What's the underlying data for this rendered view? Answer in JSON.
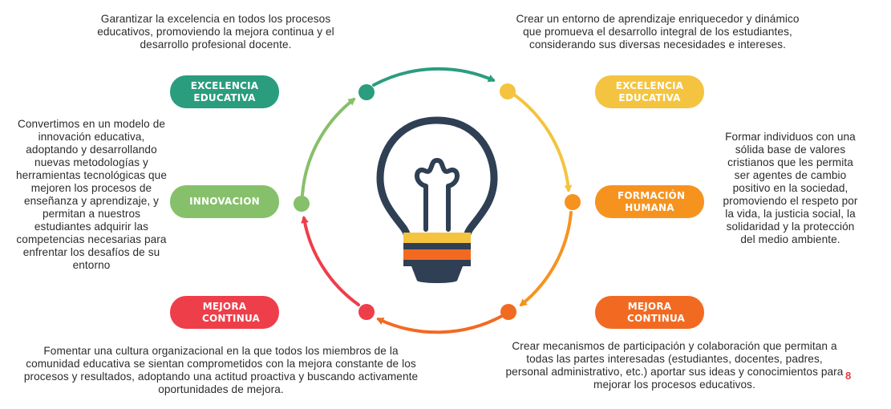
{
  "colors": {
    "teal": "#2a9d7e",
    "yellow": "#f4c440",
    "green": "#86c06a",
    "orange": "#f6931f",
    "red": "#ee3e4a",
    "dark_orange": "#f26a22",
    "bulb_navy": "#2f3f54",
    "page_num": "#e73a3a"
  },
  "top_left": {
    "text": "Garantizar la excelencia en todos los procesos educativos, promoviendo la mejora continua y el desarrollo profesional docente.",
    "pill": "EXCELENCIA EDUCATIVA"
  },
  "top_right": {
    "text": "Crear un entorno de aprendizaje enriquecedor y dinámico que promueva el desarrollo integral de los estudiantes, considerando sus diversas necesidades e intereses.",
    "pill": "EXCELENCIA EDUCATIVA"
  },
  "mid_left": {
    "text": "Convertimos en un modelo de innovación educativa, adoptando y desarrollando nuevas metodologías y herramientas tecnológicas que mejoren los procesos de enseñanza y aprendizaje, y permitan a nuestros estudiantes adquirir las competencias necesarias para enfrentar los desafíos de su entorno",
    "pill": "INNOVACION"
  },
  "mid_right": {
    "text": "Formar individuos con una sólida base de valores cristianos que les permita ser agentes de cambio positivo en la sociedad, promoviendo el respeto por la vida, la justicia social, la solidaridad y la protección del medio ambiente.",
    "pill": "FORMACIÓN HUMANA"
  },
  "bottom_left": {
    "text": "Fomentar una cultura organizacional en la que todos los miembros de la comunidad educativa se sientan comprometidos con la mejora constante de los procesos y resultados, adoptando una actitud proactiva y buscando activamente oportunidades de mejora.",
    "pill": "MEJORA CONTINUA"
  },
  "bottom_right": {
    "text": "Crear mecanismos de participación y colaboración que permitan a todas las partes interesadas (estudiantes, docentes, padres, personal administrativo, etc.) aportar sus ideas y conocimientos para mejorar los procesos educativos.",
    "pill": "MEJORA CONTINUA"
  },
  "page_number": "8",
  "icons": {
    "center": "lightbulb-icon"
  }
}
